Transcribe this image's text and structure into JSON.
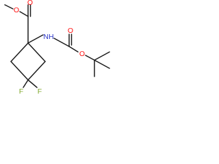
{
  "molecule": {
    "atoms": {
      "ester_carbonyl_o": {
        "label": "O",
        "element": "O"
      },
      "ester_ether_o": {
        "label": "O",
        "element": "O"
      },
      "amide_n": {
        "label": "NH",
        "element": "N"
      },
      "carbamate_carbonyl_o": {
        "label": "O",
        "element": "O"
      },
      "carbamate_ether_o": {
        "label": "O",
        "element": "O"
      },
      "fluorine_1": {
        "label": "F",
        "element": "F"
      },
      "fluorine_2": {
        "label": "F",
        "element": "F"
      }
    },
    "colors": {
      "bond": "#1a1a1a",
      "oxygen": "#ff0d0d",
      "nitrogen": "#2a35c8",
      "fluorine": "#7ea82a"
    }
  }
}
